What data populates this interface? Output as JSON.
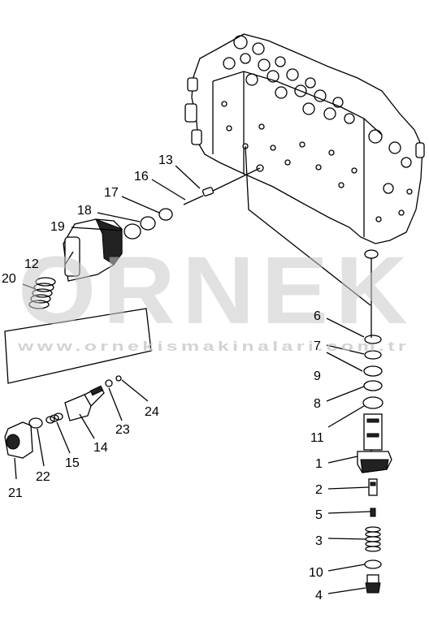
{
  "watermark": {
    "brand": "ORNEK",
    "url": "www.ornekismakinalari.com.tr"
  },
  "callouts": {
    "c1": "1",
    "c2": "2",
    "c3": "3",
    "c4": "4",
    "c5": "5",
    "c6": "6",
    "c7": "7",
    "c8": "8",
    "c9": "9",
    "c10": "10",
    "c11": "11",
    "c12": "12",
    "c13": "13",
    "c14": "14",
    "c15": "15",
    "c16": "16",
    "c17": "17",
    "c18": "18",
    "c19": "19",
    "c20": "20",
    "c21": "21",
    "c22": "22",
    "c23": "23",
    "c24": "24"
  }
}
